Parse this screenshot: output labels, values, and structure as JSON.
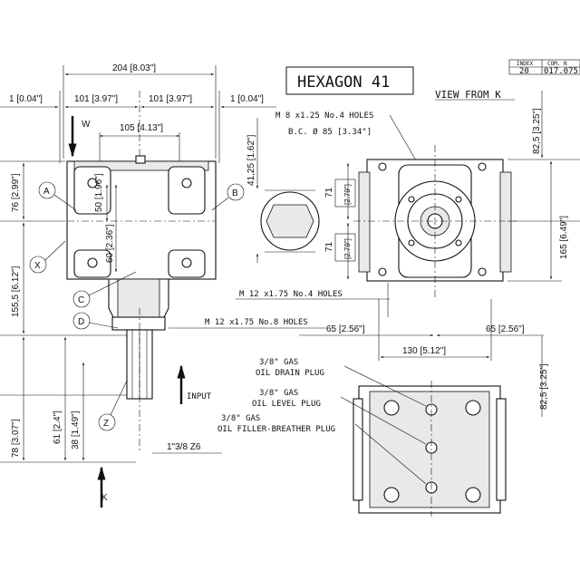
{
  "title_table": {
    "col1_header": "INDEX",
    "col2_header": "COM. N",
    "col1_value": "20",
    "col2_value": "017.075"
  },
  "hexagon_label": "HEXAGON 41",
  "view_label": "VIEW FROM K",
  "dims": {
    "overall_width": "204 [8.03\"]",
    "left_gap": "1 [0.04\"]",
    "right_gap": "1 [0.04\"]",
    "half_left": "101 [3.97\"]",
    "half_right": "101 [3.97\"]",
    "bolt_span": "105 [4.13\"]",
    "height_76": "76 [2.99\"]",
    "height_155": "155,5 [6.12\"]",
    "height_78": "78 [3.07\"]",
    "height_61": "61 [2.4\"]",
    "height_38": "38 [1.49\"]",
    "inner_50": "50 [1.96\"]",
    "inner_60": "60 [2.36\"]",
    "hex_height": "41,25 [1.62\"]",
    "hex_71_top": "71",
    "hex_71_top_in": "[2.79\"]",
    "hex_71_bot": "71",
    "hex_71_bot_in": "[2.79\"]",
    "right_82_top": "82,5 [3.25\"]",
    "right_165": "165 [6.49\"]",
    "right_82_bot": "82,5 [3.25\"]",
    "dim_65_left": "65 [2.56\"]",
    "dim_130": "130 [5.12\"]",
    "dim_65_right": "65 [2.56\"]"
  },
  "notes": {
    "m8": "M 8 x1.25 No.4 HOLES",
    "bc": "B.C. Ø 85 [3.34\"]",
    "m12_4": "M 12 x1.75 No.4 HOLES",
    "m12_8": "M 12 x1.75 No.8 HOLES",
    "shaft": "1\"3/8 Z6",
    "input": "INPUT",
    "w_label": "W",
    "k_label": "K",
    "drain_1": "3/8\" GAS",
    "drain_2": "OIL DRAIN PLUG",
    "level_1": "3/8\" GAS",
    "level_2": "OIL LEVEL PLUG",
    "filler_1": "3/8\" GAS",
    "filler_2": "OIL FILLER-BREATHER PLUG"
  },
  "callouts": {
    "a": "A",
    "b": "B",
    "c": "C",
    "d": "D",
    "x": "X",
    "z": "Z"
  }
}
